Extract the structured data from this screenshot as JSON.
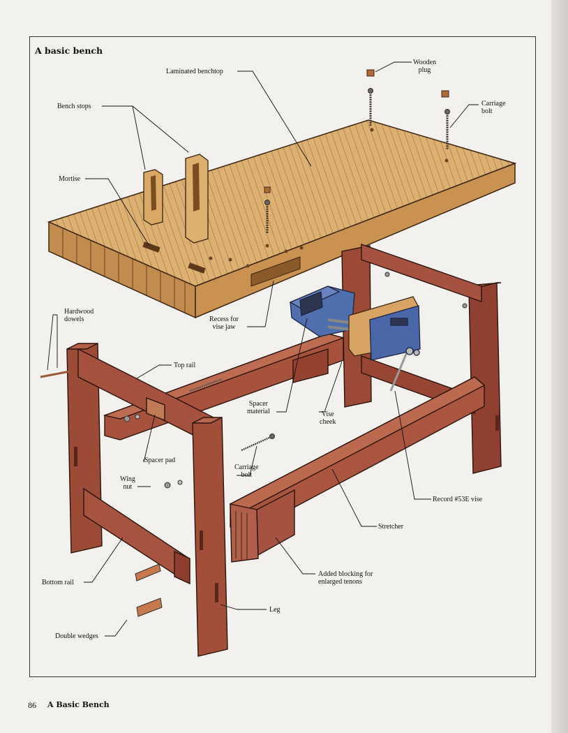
{
  "figure": {
    "title": "A basic bench",
    "labels": {
      "laminated_benchtop": "Laminated benchtop",
      "wooden_plug": [
        "Wooden",
        "plug"
      ],
      "bench_stops": "Bench stops",
      "carriage_bolt_top": [
        "Carriage",
        "bolt"
      ],
      "mortise": "Mortise",
      "hardwood_dowels": [
        "Hardwood",
        "dowels"
      ],
      "recess_for_vise_jaw": [
        "Recess for",
        "vise jaw"
      ],
      "top_rail": "Top rail",
      "spacer_material": [
        "Spacer",
        "material"
      ],
      "vise_cheek": [
        "Vise",
        "cheek"
      ],
      "spacer_pad": "Spacer pad",
      "carriage_bolt_mid": [
        "Carriage",
        "bolt"
      ],
      "wing_nut": [
        "Wing",
        "nut"
      ],
      "record_vise": "Record #53E vise",
      "stretcher": "Stretcher",
      "added_blocking": [
        "Added blocking for",
        "enlarged tenons"
      ],
      "bottom_rail": "Bottom rail",
      "leg": "Leg",
      "double_wedges": "Double wedges"
    }
  },
  "footer": {
    "page_number": "86",
    "chapter_title": "A Basic Bench"
  },
  "colors": {
    "benchtop_wood": "#d9ad6e",
    "frame_wood": "#9a4a35",
    "vise_blue": "#4a6aa8",
    "ink": "#2a1a12"
  }
}
